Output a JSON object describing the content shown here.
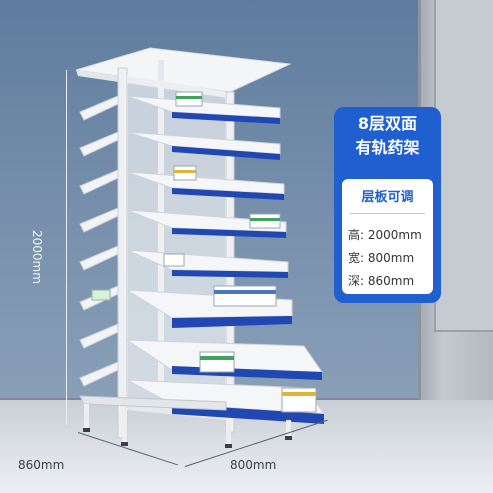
{
  "card": {
    "title_line1": "8层双面",
    "title_line2": "有轨药架",
    "subtitle": "层板可调",
    "specs": [
      {
        "label": "高: 2000mm"
      },
      {
        "label": "宽: 800mm"
      },
      {
        "label": "深: 860mm"
      }
    ]
  },
  "dimensions": {
    "height": "2000mm",
    "depth": "860mm",
    "width": "800mm"
  },
  "colors": {
    "card_blue": "#1f5fd0",
    "shelf_edge_blue": "#2147b3",
    "rack_white": "#f3f4f6"
  }
}
